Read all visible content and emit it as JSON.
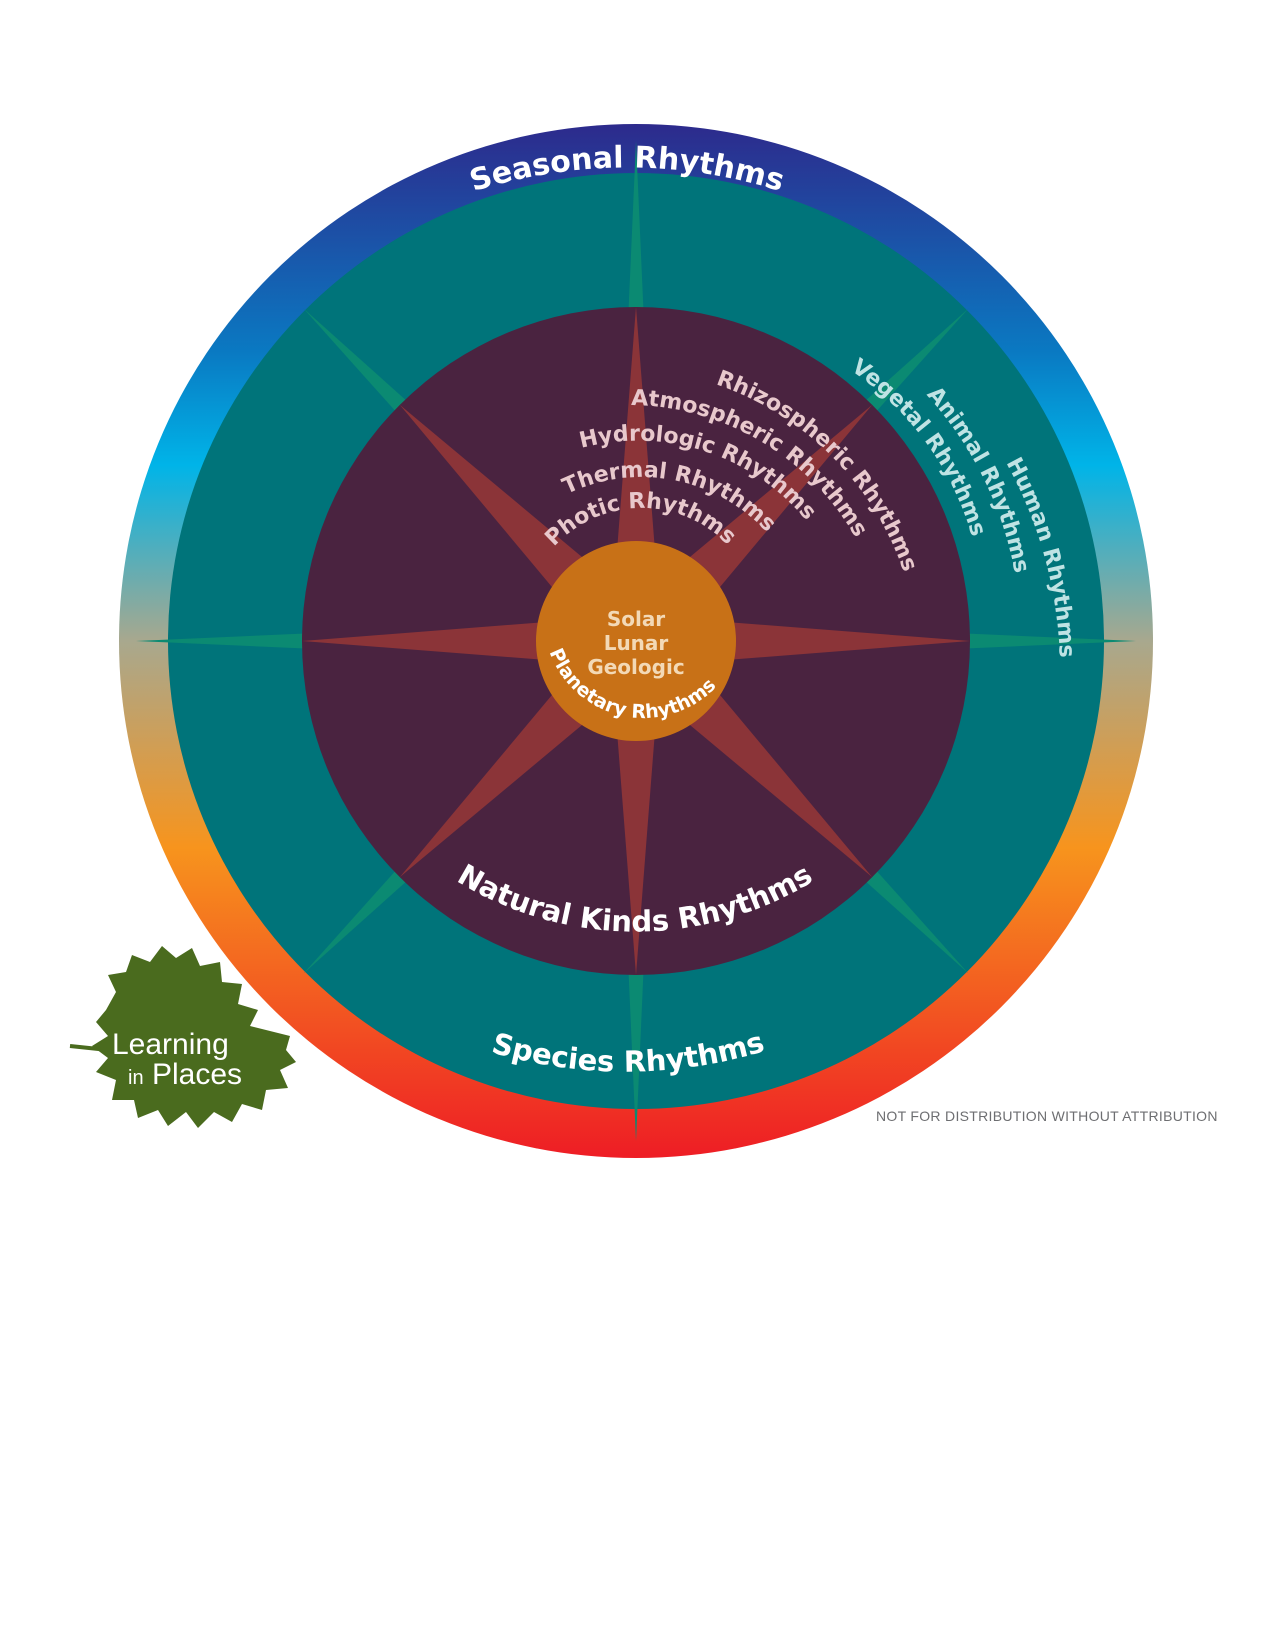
{
  "colors": {
    "outer_ring_top": "#2d2a8c",
    "outer_ring_upper_mid": "#0a79c2",
    "outer_ring_cyan": "#00b4e8",
    "outer_ring_mid": "#a8a88e",
    "outer_ring_orange": "#f7941d",
    "outer_ring_bottom": "#ee1d25",
    "teal_ring": "#00747a",
    "inner_disc": "#4a2340",
    "star_rays": "#8b3438",
    "star_rays_outer": "#0b8a72",
    "core": "#c87117",
    "core_text": "#f3d9b6",
    "logo_green": "#4a6b1e",
    "abiotic_text": "#e8c8cc",
    "biotic_text": "#bfe3e4"
  },
  "outer_ring": {
    "top_label": "Seasonal Rhythms"
  },
  "teal_ring": {
    "bottom_label": "Species Rhythms",
    "biotic_labels": [
      "Vegetal Rhythms",
      "Animal Rhythms",
      "Human Rhythms"
    ]
  },
  "inner_disc": {
    "bottom_label": "Natural Kinds Rhythms",
    "abiotic_labels": [
      "Photic Rhythms",
      "Thermal Rhythms",
      "Hydrologic Rhythms",
      "Atmospheric Rhythms",
      "Rhizospheric Rhythms"
    ]
  },
  "core": {
    "lines": [
      "Solar",
      "Lunar",
      "Geologic"
    ],
    "arc_label": "Planetary Rhythms"
  },
  "logo": {
    "line1": "Learning",
    "line2_small": "in",
    "line2_large": "Places",
    "icon": "leaf-icon"
  },
  "footer": {
    "note": "NOT FOR DISTRIBUTION WITHOUT ATTRIBUTION"
  }
}
